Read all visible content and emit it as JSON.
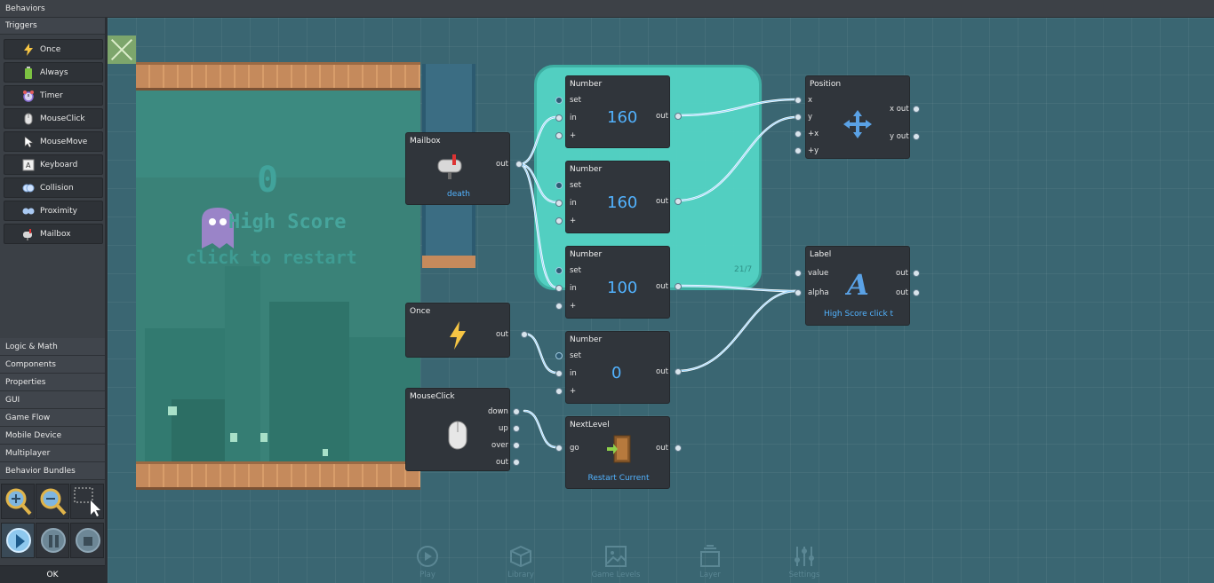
{
  "window": {
    "title": "Behaviors"
  },
  "sidebar": {
    "triggers_header": "Triggers",
    "triggers": [
      {
        "label": "Once",
        "icon": "lightning-icon"
      },
      {
        "label": "Always",
        "icon": "battery-icon"
      },
      {
        "label": "Timer",
        "icon": "alarm-clock-icon"
      },
      {
        "label": "MouseClick",
        "icon": "mouse-icon"
      },
      {
        "label": "MouseMove",
        "icon": "cursor-icon"
      },
      {
        "label": "Keyboard",
        "icon": "key-icon"
      },
      {
        "label": "Collision",
        "icon": "collision-icon"
      },
      {
        "label": "Proximity",
        "icon": "proximity-icon"
      },
      {
        "label": "Mailbox",
        "icon": "mailbox-icon"
      }
    ],
    "categories": [
      "Logic & Math",
      "Components",
      "Properties",
      "GUI",
      "Game Flow",
      "Mobile Device",
      "Multiplayer",
      "Behavior Bundles"
    ],
    "ok_label": "OK"
  },
  "preview": {
    "score": "0",
    "high_score_text": "High Score",
    "restart_text": "click to restart"
  },
  "group": {
    "count": "21/7"
  },
  "nodes": {
    "mailbox": {
      "title": "Mailbox",
      "out": "out",
      "message": "death"
    },
    "once": {
      "title": "Once",
      "out": "out"
    },
    "mouseclick": {
      "title": "MouseClick",
      "down": "down",
      "up": "up",
      "over": "over",
      "out": "out"
    },
    "number1": {
      "title": "Number",
      "set": "set",
      "in": "in",
      "plus": "+",
      "value": "160",
      "out": "out"
    },
    "number2": {
      "title": "Number",
      "set": "set",
      "in": "in",
      "plus": "+",
      "value": "160",
      "out": "out"
    },
    "number3": {
      "title": "Number",
      "set": "set",
      "in": "in",
      "plus": "+",
      "value": "100",
      "out": "out"
    },
    "number4": {
      "title": "Number",
      "set": "set",
      "in": "in",
      "plus": "+",
      "value": "0",
      "out": "out"
    },
    "nextlevel": {
      "title": "NextLevel",
      "go": "go",
      "out": "out",
      "mode": "Restart Current"
    },
    "position": {
      "title": "Position",
      "x": "x",
      "y": "y",
      "px": "+x",
      "py": "+y",
      "xout": "x out",
      "yout": "y out"
    },
    "label": {
      "title": "Label",
      "value": "value",
      "alpha": "alpha",
      "out1": "out",
      "out2": "out",
      "text": "High Score click t"
    }
  },
  "dock": [
    {
      "label": "Play",
      "icon": "play-circle-icon"
    },
    {
      "label": "Library",
      "icon": "box-icon"
    },
    {
      "label": "Game Levels",
      "icon": "image-icon"
    },
    {
      "label": "Layer",
      "icon": "layers-icon"
    },
    {
      "label": "Settings",
      "icon": "sliders-icon"
    }
  ],
  "colors": {
    "accent_value": "#52b3ff",
    "group_fill": "#55d8c8",
    "wire": "#ffffff",
    "canvas": "#3a6672"
  }
}
